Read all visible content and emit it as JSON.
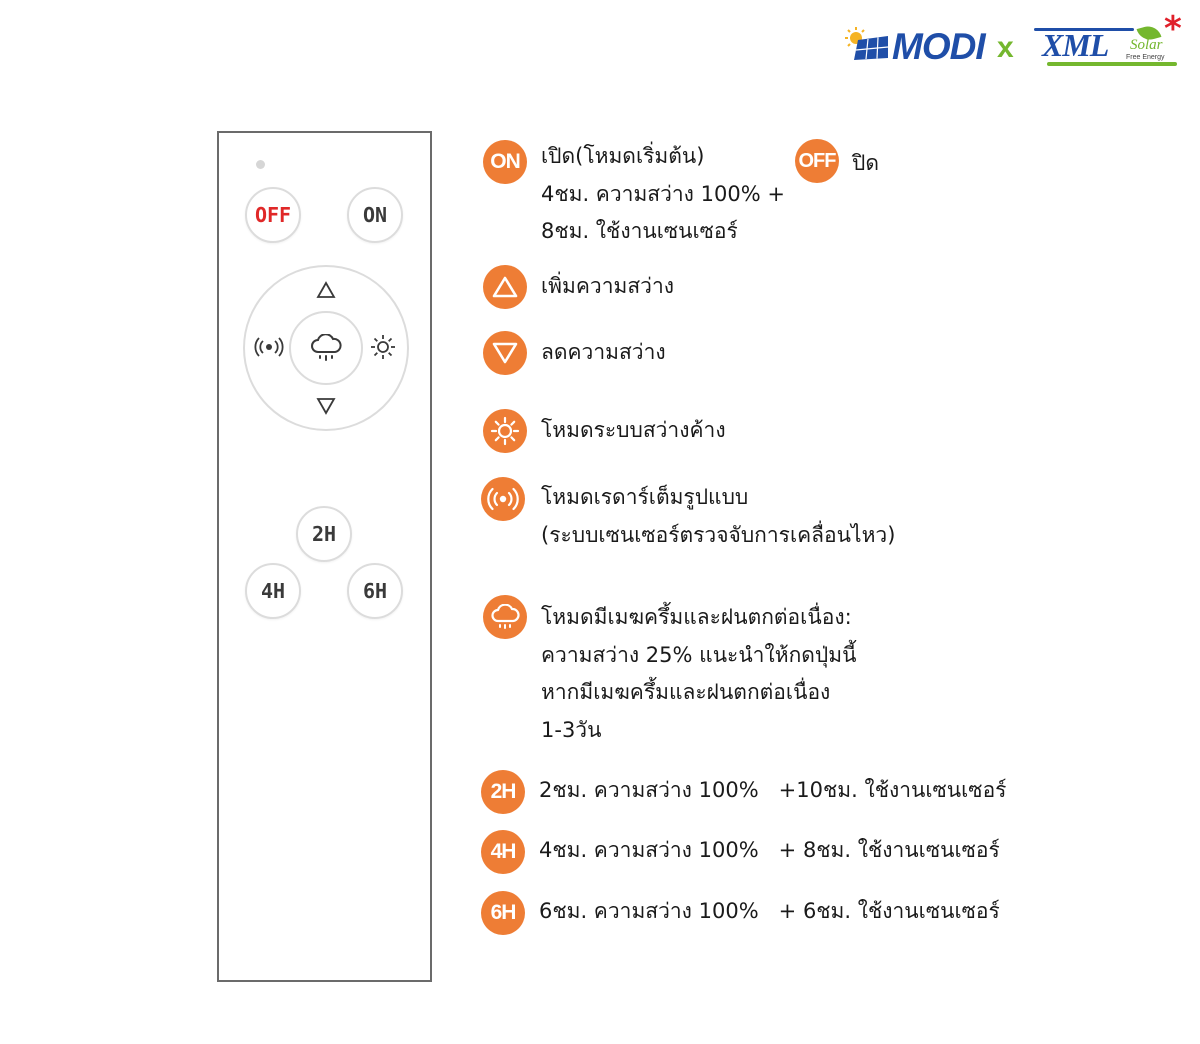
{
  "header": {
    "brand_primary": "MODI",
    "brand_separator": "x",
    "brand_partner": "XML",
    "brand_partner_script": "Solar",
    "brand_partner_tagline": "Free Energy",
    "colors": {
      "modi_blue": "#1f4ea8",
      "green": "#74b72e",
      "red": "#e0202a"
    }
  },
  "remote": {
    "off_label": "OFF",
    "on_label": "ON",
    "h2_label": "2H",
    "h4_label": "4H",
    "h6_label": "6H",
    "icons": {
      "up": "triangle-up-icon",
      "down": "triangle-down-icon",
      "left": "radar-icon",
      "right": "sun-icon",
      "center": "cloud-rain-icon"
    }
  },
  "legend": {
    "accent_color": "#ee7d35",
    "on": {
      "badge": "ON",
      "lines": [
        "เปิด(โหมดเริ่มต้น)",
        "4ชม. ความสว่าง 100% +",
        "8ชม. ใช้งานเซนเซอร์"
      ]
    },
    "off": {
      "badge": "OFF",
      "text": "ปิด"
    },
    "up": {
      "icon": "triangle-up-icon",
      "text": "เพิ่มความสว่าง"
    },
    "down": {
      "icon": "triangle-down-icon",
      "text": "ลดความสว่าง"
    },
    "sun": {
      "icon": "sun-icon",
      "text": "โหมดระบบสว่างค้าง"
    },
    "radar": {
      "icon": "radar-icon",
      "lines": [
        "โหมดเรดาร์เต็มรูปแบบ",
        "(ระบบเซนเซอร์ตรวจจับการเคลื่อนไหว)"
      ]
    },
    "cloud": {
      "icon": "cloud-rain-icon",
      "lines": [
        "โหมดมีเมฆครึ้มและฝนตกต่อเนื่อง:",
        "ความสว่าง 25% แนะนำให้กดปุ่มนี้",
        "หากมีเมฆครึ้มและฝนตกต่อเนื่อง",
        "1-3วัน"
      ]
    },
    "h2": {
      "badge": "2H",
      "text": "2ชม. ความสว่าง 100%   +10ชม. ใช้งานเซนเซอร์"
    },
    "h4": {
      "badge": "4H",
      "text": "4ชม. ความสว่าง 100%   + 8ชม. ใช้งานเซนเซอร์"
    },
    "h6": {
      "badge": "6H",
      "text": "6ชม. ความสว่าง 100%   + 6ชม. ใช้งานเซนเซอร์"
    }
  }
}
